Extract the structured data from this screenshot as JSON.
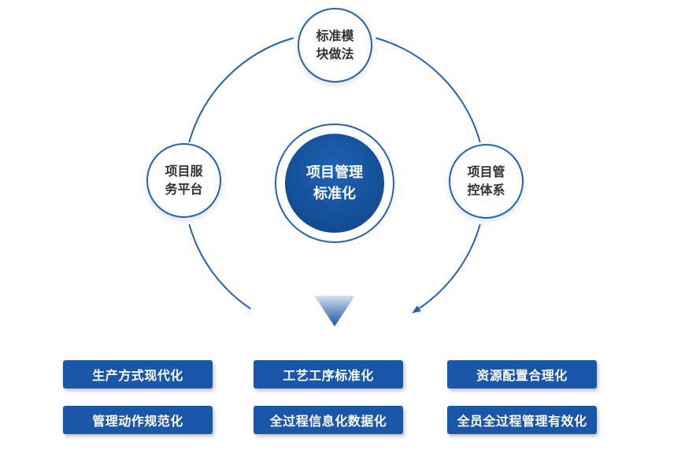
{
  "colors": {
    "arc": "#2363ae",
    "box_fill": "#1b57a8",
    "center_fill": "#124a90",
    "satellite_text": "#333333"
  },
  "center_node": {
    "line1": "项目管理",
    "line2": "标准化"
  },
  "satellites": [
    {
      "position": "top",
      "line1": "标准模",
      "line2": "块做法"
    },
    {
      "position": "left",
      "line1": "项目服",
      "line2": "务平台"
    },
    {
      "position": "right",
      "line1": "项目管",
      "line2": "控体系"
    }
  ],
  "boxes": [
    {
      "label": "生产方式现代化"
    },
    {
      "label": "工艺工序标准化"
    },
    {
      "label": "资源配置合理化"
    },
    {
      "label": "管理动作规范化"
    },
    {
      "label": "全过程信息化数据化"
    },
    {
      "label": "全员全过程管理有效化"
    }
  ]
}
